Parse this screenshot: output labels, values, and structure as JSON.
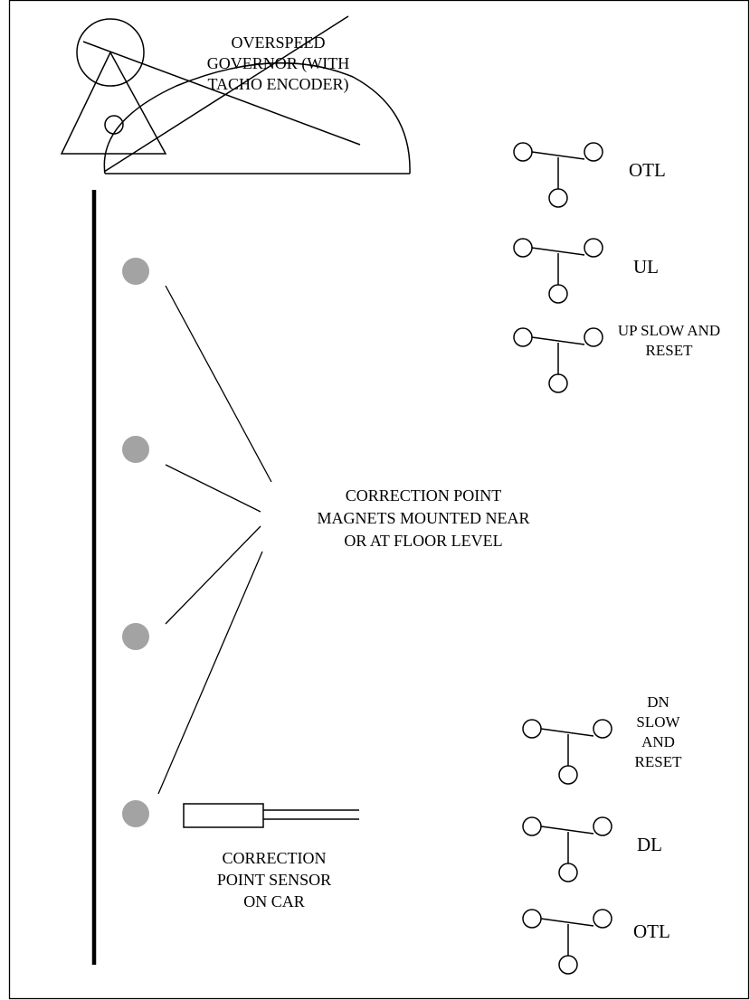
{
  "colors": {
    "line": "#000000",
    "magnet": "#a3a3a3",
    "background": "#ffffff"
  },
  "labels": {
    "governor": "OVERSPEED GOVERNOR (WITH TACHO ENCODER)",
    "magnets": "CORRECTION POINT MAGNETS MOUNTED NEAR OR AT FLOOR LEVEL",
    "sensor": "CORRECTION POINT SENSOR ON CAR"
  },
  "switches": [
    {
      "label": "OTL"
    },
    {
      "label": "UL"
    },
    {
      "label": "UP SLOW AND RESET"
    },
    {
      "label": "DN SLOW AND RESET"
    },
    {
      "label": "DL"
    },
    {
      "label": "OTL"
    }
  ],
  "magnets": [
    {
      "name": "magnet-1"
    },
    {
      "name": "magnet-2"
    },
    {
      "name": "magnet-3"
    },
    {
      "name": "magnet-4"
    }
  ]
}
